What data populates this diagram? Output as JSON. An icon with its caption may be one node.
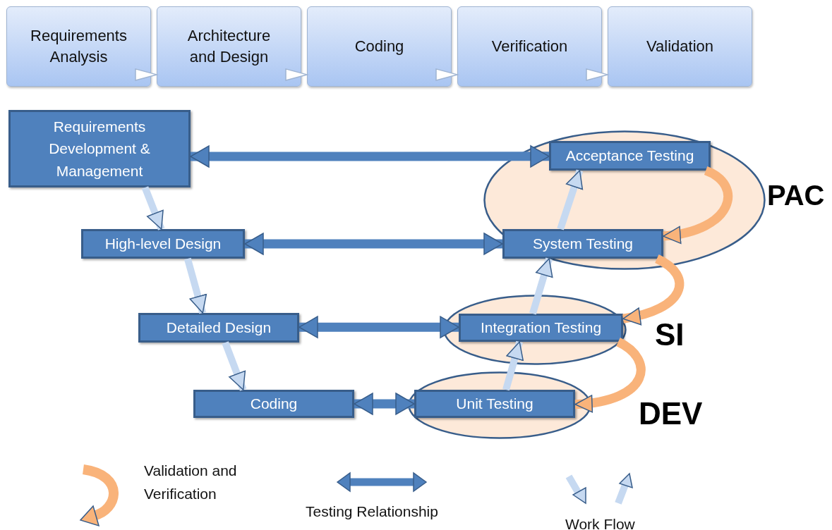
{
  "diagram": {
    "nodes": [
      {
        "text": [
          "Requirements Analysis"
        ]
      },
      {
        "text": [
          "Architecture and Design"
        ]
      },
      {
        "text": [
          "Coding"
        ]
      },
      {
        "text": [
          "Verification"
        ]
      },
      {
        "text": [
          "Validation"
        ]
      },
      {
        "text": [
          "Requirements Development & Management"
        ]
      },
      {
        "text": [
          "PAC"
        ]
      },
      {
        "text": [
          "Acceptance Testing"
        ],
        "in": 6
      },
      {
        "text": [
          "High-level Design"
        ]
      },
      {
        "text": [
          "System Testing"
        ],
        "in": 6
      },
      {
        "text": [
          "SI"
        ]
      },
      {
        "text": [
          "Integration Testing"
        ],
        "in": 10
      },
      {
        "text": [
          "Detailed Design"
        ]
      },
      {
        "text": [
          "DEV"
        ]
      },
      {
        "text": [
          "Unit Testing"
        ],
        "in": 13
      },
      {
        "text": [
          "Coding"
        ]
      }
    ],
    "edges": [
      {
        "from": 0,
        "to": 1,
        "arrow": "to",
        "color": "#ffffff"
      },
      {
        "from": 1,
        "to": 2,
        "arrow": "to",
        "color": "#ffffff"
      },
      {
        "from": 2,
        "to": 3,
        "arrow": "to",
        "color": "#ffffff"
      },
      {
        "from": 3,
        "to": 4,
        "arrow": "to",
        "color": "#ffffff"
      },
      {
        "from": 5,
        "to": 7,
        "arrow": "both",
        "color": "#4f81bd"
      },
      {
        "from": 8,
        "to": 9,
        "arrow": "both",
        "color": "#4f81bd"
      },
      {
        "from": 12,
        "to": 11,
        "arrow": "both",
        "color": "#4f81bd"
      },
      {
        "from": 15,
        "to": 14,
        "arrow": "both",
        "color": "#4f81bd"
      },
      {
        "from": 5,
        "to": 8,
        "arrow": "to"
      },
      {
        "from": 8,
        "to": 12,
        "arrow": "to"
      },
      {
        "from": 12,
        "to": 15,
        "arrow": "to"
      },
      {
        "from": 14,
        "to": 11,
        "arrow": "to"
      },
      {
        "from": 11,
        "to": 9,
        "arrow": "to"
      },
      {
        "from": 9,
        "to": 7,
        "arrow": "to"
      },
      {
        "from": 7,
        "to": 9,
        "arrow": "to",
        "color": "#f9b37a"
      },
      {
        "from": 9,
        "to": 11,
        "arrow": "to",
        "color": "#f9b37a"
      },
      {
        "from": 11,
        "to": 14,
        "arrow": "to",
        "color": "#f9b37a"
      }
    ],
    "legend": [
      {
        "text": "Validation and Verification"
      },
      {
        "text": "Testing Relationship"
      },
      {
        "text": "Work Flow"
      }
    ]
  }
}
